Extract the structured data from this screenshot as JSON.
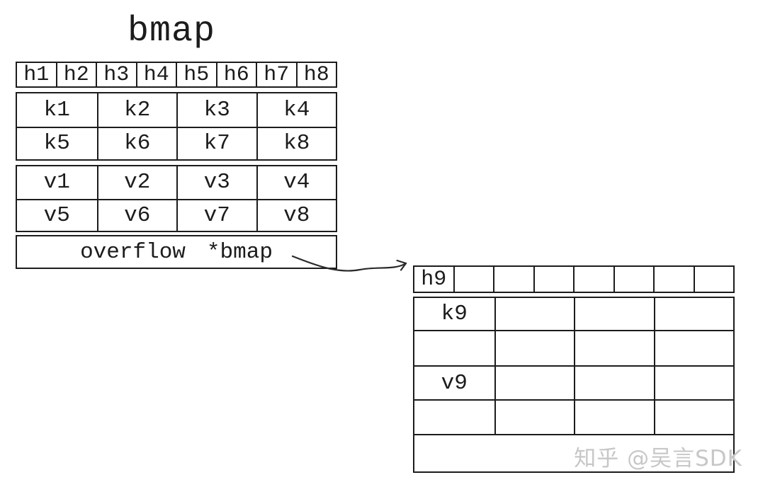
{
  "title": "bmap",
  "bucket1": {
    "h": [
      "h1",
      "h2",
      "h3",
      "h4",
      "h5",
      "h6",
      "h7",
      "h8"
    ],
    "k": [
      [
        "k1",
        "k2",
        "k3",
        "k4"
      ],
      [
        "k5",
        "k6",
        "k7",
        "k8"
      ]
    ],
    "v": [
      [
        "v1",
        "v2",
        "v3",
        "v4"
      ],
      [
        "v5",
        "v6",
        "v7",
        "v8"
      ]
    ],
    "overflow_field": "overflow",
    "overflow_value": "*bmap"
  },
  "bucket2": {
    "h": [
      "h9",
      "",
      "",
      "",
      "",
      "",
      "",
      ""
    ],
    "rows": [
      [
        "k9",
        "",
        "",
        ""
      ],
      [
        "",
        "",
        "",
        ""
      ],
      [
        "v9",
        "",
        "",
        ""
      ],
      [
        "",
        "",
        "",
        ""
      ]
    ],
    "overflow": ""
  },
  "watermark": "知乎 @吴言SDK",
  "colors": {
    "line": "#1c1c1c",
    "text": "#1c1c1c",
    "watermark": "#c7c7c7",
    "background": "#ffffff"
  }
}
